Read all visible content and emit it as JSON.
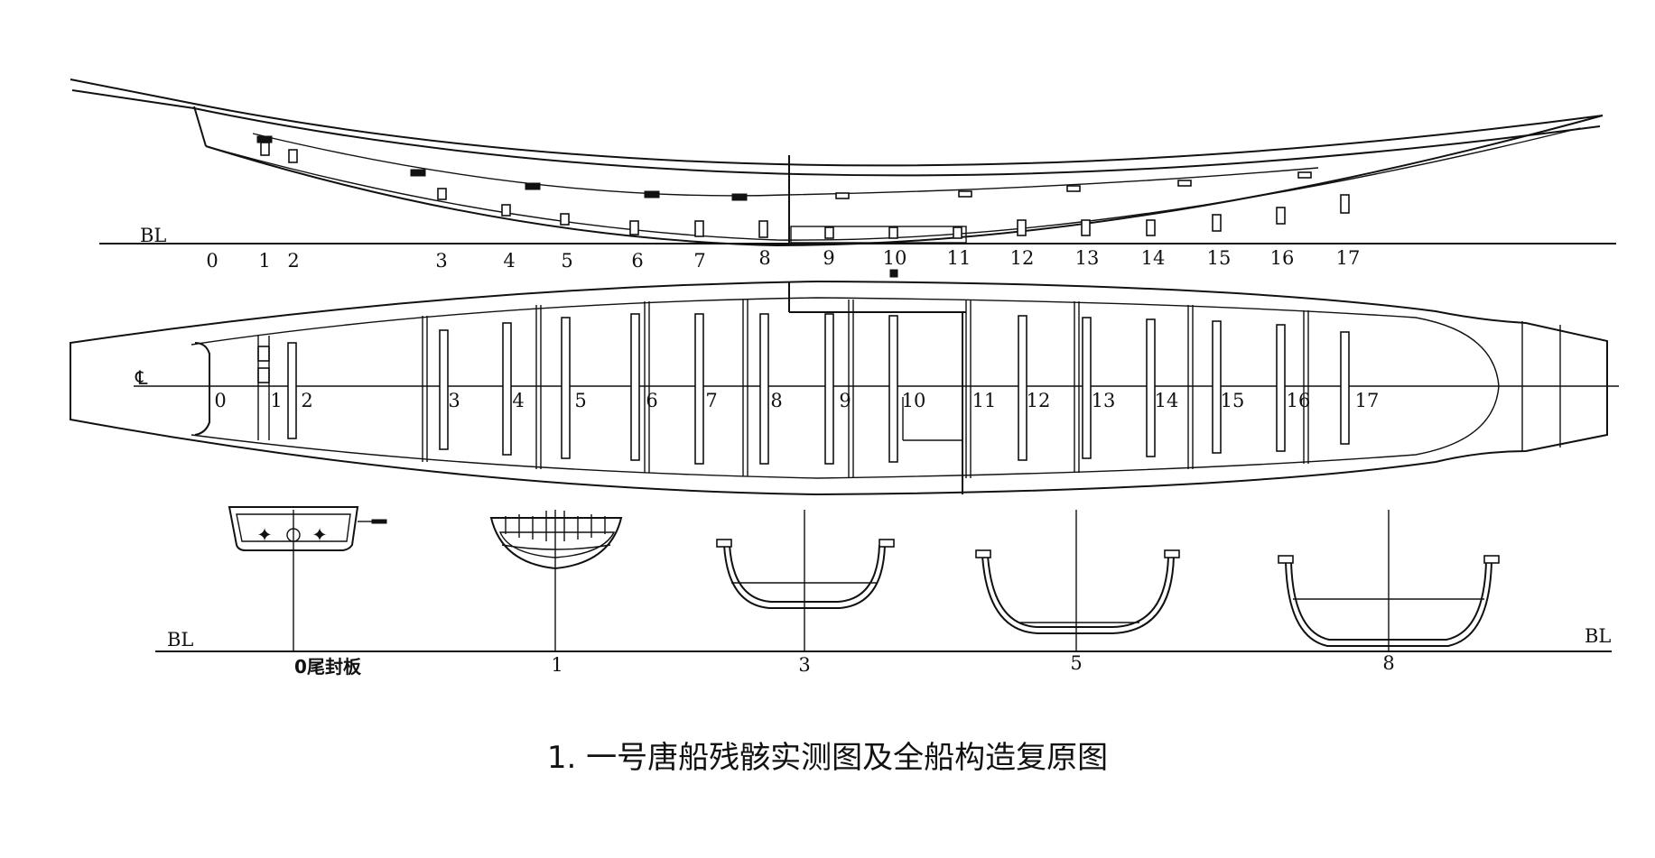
{
  "profile": {
    "baseline_label": "BL",
    "station_labels": [
      "0",
      "1",
      "2",
      "3",
      "4",
      "5",
      "6",
      "7",
      "8",
      "9",
      "10",
      "11",
      "12",
      "13",
      "14",
      "15",
      "16",
      "17"
    ]
  },
  "plan": {
    "centerline_symbol": "℄",
    "station_labels": [
      "0",
      "1",
      "2",
      "3",
      "4",
      "5",
      "6",
      "7",
      "8",
      "9",
      "10",
      "11",
      "12",
      "13",
      "14",
      "15",
      "16",
      "17"
    ]
  },
  "sections": {
    "baseline_left_label": "BL",
    "baseline_right_label": "BL",
    "labels": [
      "0尾封板",
      "1",
      "3",
      "5",
      "8"
    ]
  },
  "caption": "1. 一号唐船残骸实测图及全船构造复原图"
}
